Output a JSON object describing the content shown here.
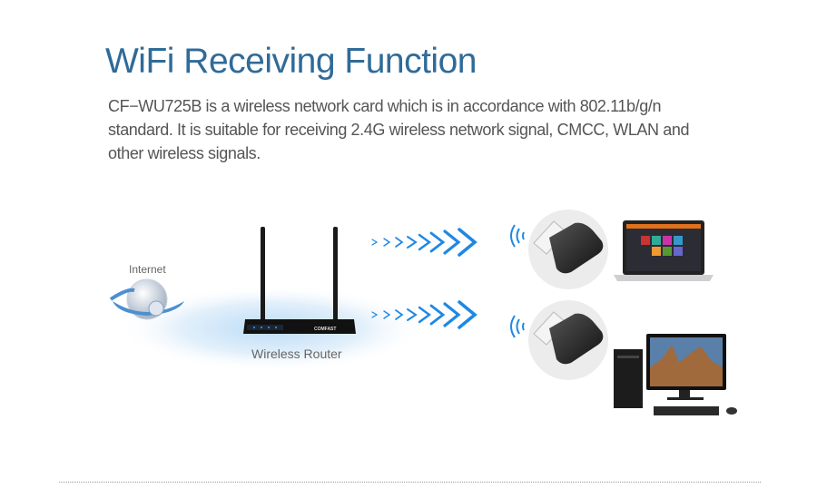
{
  "title": "WiFi Receiving Function",
  "description": "CF−WU725B is a wireless network card which is in accordance with 802.11b/g/n standard. It is suitable for receiving 2.4G wireless network signal, CMCC, WLAN and other wireless signals.",
  "diagram": {
    "internet_label": "Internet",
    "router_label": "Wireless Router",
    "brand_logo": "COMFAST",
    "icons": [
      "globe-icon",
      "router-icon",
      "signal-arrows-icon",
      "wifi-signal-icon",
      "usb-dongle-icon",
      "laptop-icon",
      "desktop-pc-icon"
    ]
  },
  "colors": {
    "title": "#2f6b98",
    "arrow": "#1e88e5",
    "text": "#555555"
  }
}
